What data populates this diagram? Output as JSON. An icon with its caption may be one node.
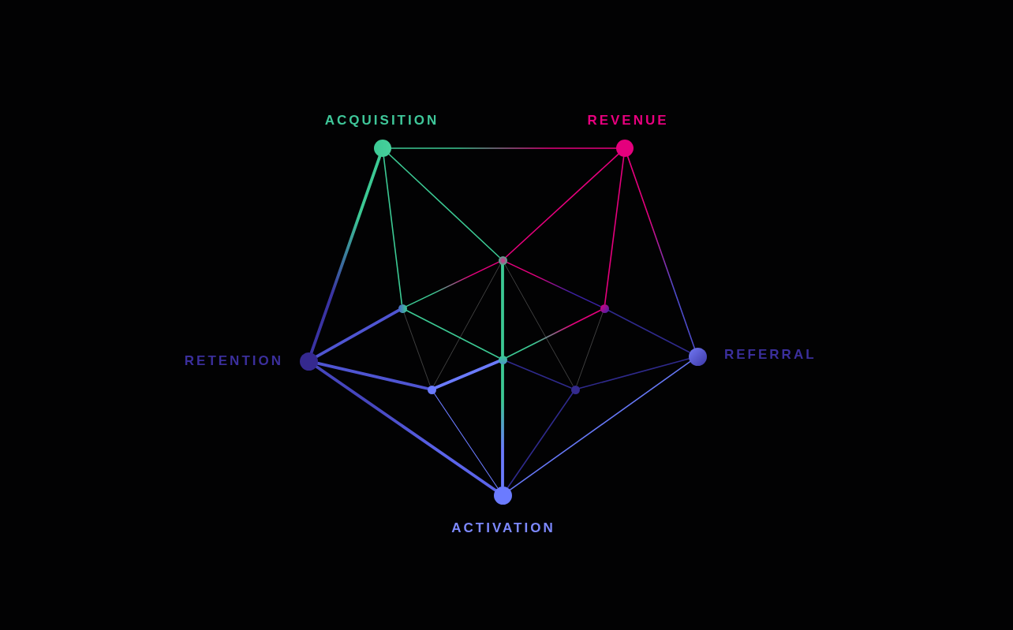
{
  "diagram": {
    "nodes": [
      {
        "text": [],
        "shape": "circle",
        "beside": [
          "ACQUISITION"
        ]
      },
      {
        "text": [],
        "shape": "circle",
        "beside": [
          "REVENUE"
        ]
      },
      {
        "text": [],
        "shape": "circle",
        "beside": [
          "RETENTION"
        ]
      },
      {
        "text": [],
        "shape": "circle",
        "beside": [
          "REFERRAL"
        ]
      },
      {
        "text": [],
        "shape": "circle",
        "beside": [
          "ACTIVATION"
        ]
      },
      {
        "text": [],
        "shape": "circle"
      },
      {
        "text": [],
        "shape": "circle"
      },
      {
        "text": [],
        "shape": "circle"
      },
      {
        "text": [],
        "shape": "circle"
      },
      {
        "text": [],
        "shape": "circle"
      },
      {
        "text": [],
        "shape": "circle"
      }
    ],
    "edges": [
      {
        "from": 0,
        "to": 1,
        "arrow": "none",
        "color": "#3cc994"
      },
      {
        "from": 0,
        "to": 2,
        "arrow": "none",
        "style": "thick",
        "color": "#3cc994"
      },
      {
        "from": 0,
        "to": 6,
        "arrow": "none",
        "color": "#3cc994"
      },
      {
        "from": 0,
        "to": 5,
        "arrow": "none",
        "color": "#3cc994"
      },
      {
        "from": 1,
        "to": 5,
        "arrow": "none",
        "color": "#e5007d"
      },
      {
        "from": 1,
        "to": 7,
        "arrow": "none",
        "color": "#e5007d"
      },
      {
        "from": 1,
        "to": 3,
        "arrow": "none",
        "color": "#e5007d"
      },
      {
        "from": 5,
        "to": 6,
        "arrow": "none",
        "color": "#e5007d"
      },
      {
        "from": 5,
        "to": 7,
        "arrow": "none",
        "color": "#e5007d"
      },
      {
        "from": 5,
        "to": 8,
        "arrow": "none",
        "style": "thick",
        "color": "#3cc994"
      },
      {
        "from": 5,
        "to": 9,
        "arrow": "none",
        "color": "#5a5a5a"
      },
      {
        "from": 5,
        "to": 10,
        "arrow": "none",
        "color": "#5a5a5a"
      },
      {
        "from": 6,
        "to": 8,
        "arrow": "none",
        "color": "#3cc994"
      },
      {
        "from": 6,
        "to": 2,
        "arrow": "none",
        "style": "thick",
        "color": "#4f55d2"
      },
      {
        "from": 6,
        "to": 9,
        "arrow": "none",
        "color": "#5a5a5a"
      },
      {
        "from": 7,
        "to": 8,
        "arrow": "none",
        "color": "#e5007d"
      },
      {
        "from": 7,
        "to": 3,
        "arrow": "none",
        "color": "#2f2a8c"
      },
      {
        "from": 7,
        "to": 10,
        "arrow": "none",
        "color": "#5a5a5a"
      },
      {
        "from": 8,
        "to": 9,
        "arrow": "none",
        "style": "thick",
        "color": "#6b7bff"
      },
      {
        "from": 8,
        "to": 10,
        "arrow": "none",
        "color": "#2f2a8c"
      },
      {
        "from": 8,
        "to": 4,
        "arrow": "none",
        "style": "thick",
        "color": "#3cc994"
      },
      {
        "from": 2,
        "to": 9,
        "arrow": "none",
        "style": "thick",
        "color": "#4f55d2"
      },
      {
        "from": 2,
        "to": 4,
        "arrow": "none",
        "style": "thick",
        "color": "#4646bd"
      },
      {
        "from": 9,
        "to": 4,
        "arrow": "none",
        "color": "#6b7bff"
      },
      {
        "from": 10,
        "to": 4,
        "arrow": "none",
        "color": "#2f2a8c"
      },
      {
        "from": 10,
        "to": 3,
        "arrow": "none",
        "color": "#2f2a8c"
      },
      {
        "from": 3,
        "to": 4,
        "arrow": "none",
        "color": "#6677f5"
      }
    ]
  }
}
